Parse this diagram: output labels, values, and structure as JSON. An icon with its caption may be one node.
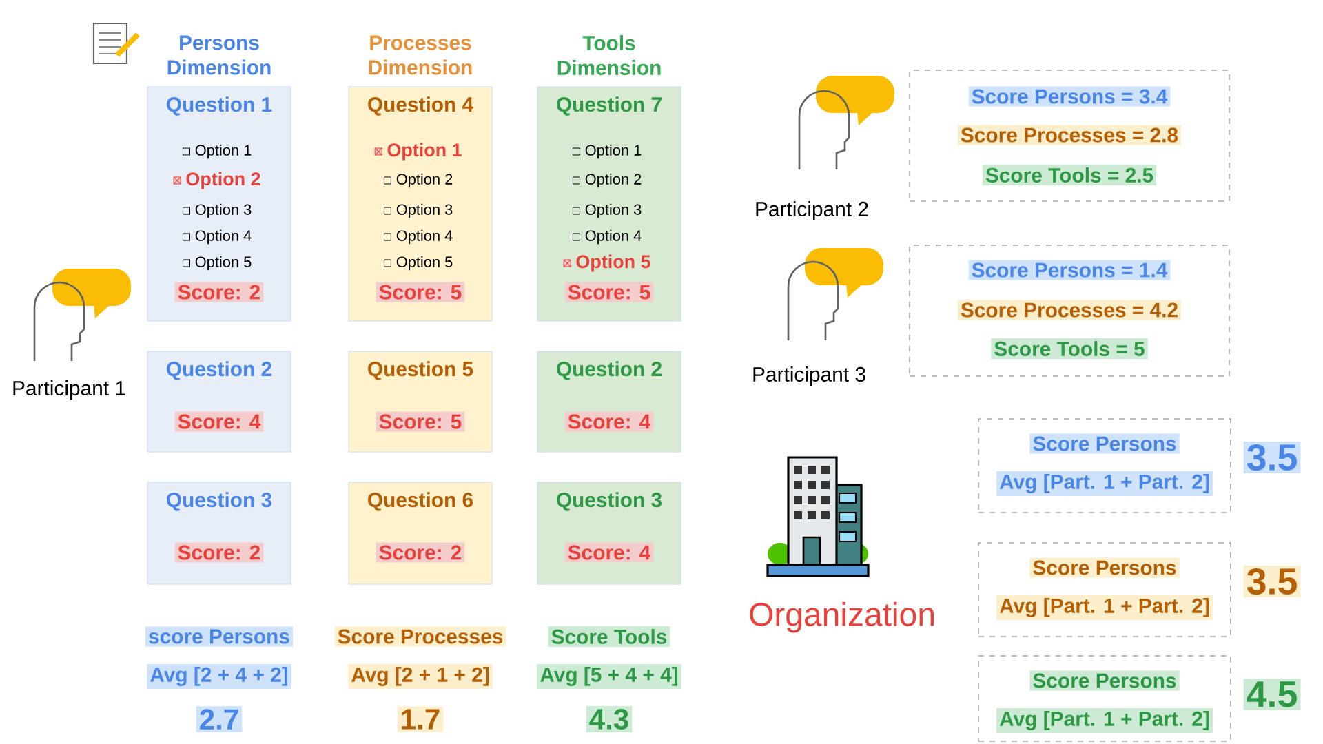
{
  "diagram": {
    "nodes": [
      {
        "text": [],
        "shape": "person",
        "beside": [
          "Participant 1"
        ]
      },
      {
        "text": [
          "Question 1",
          "Option 1",
          "**Option 2**",
          "Option 3",
          "Option 4",
          "Option 5",
          "Score: 2"
        ]
      },
      {
        "text": [
          "Question 2",
          "Score: 4"
        ]
      },
      {
        "text": [
          "Question 3",
          "Score: 2"
        ]
      },
      {
        "text": [
          "Question 4",
          "**Option 1**",
          "Option 2",
          "Option 3",
          "Option 4",
          "Option 5",
          "Score: 5"
        ]
      },
      {
        "text": [
          "Question 5",
          "Score: 5"
        ]
      },
      {
        "text": [
          "Question 6",
          "Score: 2"
        ]
      },
      {
        "text": [
          "Question 7",
          "Option 1",
          "Option 2",
          "Option 3",
          "Option 4",
          "**Option 5**",
          "Score: 5"
        ]
      },
      {
        "text": [
          "Question 2",
          "Score: 4"
        ]
      },
      {
        "text": [
          "Question 3",
          "Score: 4"
        ]
      },
      {
        "text": [],
        "shape": "person",
        "beside": [
          "Participant 2"
        ]
      },
      {
        "text": [
          "Score Persons = 3.4",
          "Score Processes = 2.8",
          "Score Tools = 2.5"
        ]
      },
      {
        "text": [],
        "shape": "person",
        "beside": [
          "Participant 3"
        ]
      },
      {
        "text": [
          "Score Persons = 1.4",
          "Score Processes = 4.2",
          "Score Tools = 5"
        ]
      },
      {
        "text": [],
        "shape": "picture",
        "beside": [
          "Organization"
        ]
      },
      {
        "text": [
          "Score Persons",
          "Avg [Part. 1 + Part. 2]"
        ],
        "beside": [
          "3.5"
        ]
      },
      {
        "text": [
          "Score Persons",
          "Avg [Part. 1 + Part. 2]"
        ],
        "beside": [
          "3.5"
        ]
      },
      {
        "text": [
          "Score Persons",
          "Avg [Part. 1 + Part. 2]"
        ],
        "beside": [
          "4.5"
        ]
      }
    ],
    "labels": [
      "Persons Dimension",
      "Processes Dimension",
      "Tools Dimension",
      "score Persons",
      "Score Processes",
      "Score Tools",
      "Avg [2 + 4 + 2]",
      "Avg [2 + 1 + 2]",
      "Avg [5 + 4 + 4]",
      "2.7",
      "1.7",
      "4.3"
    ]
  }
}
